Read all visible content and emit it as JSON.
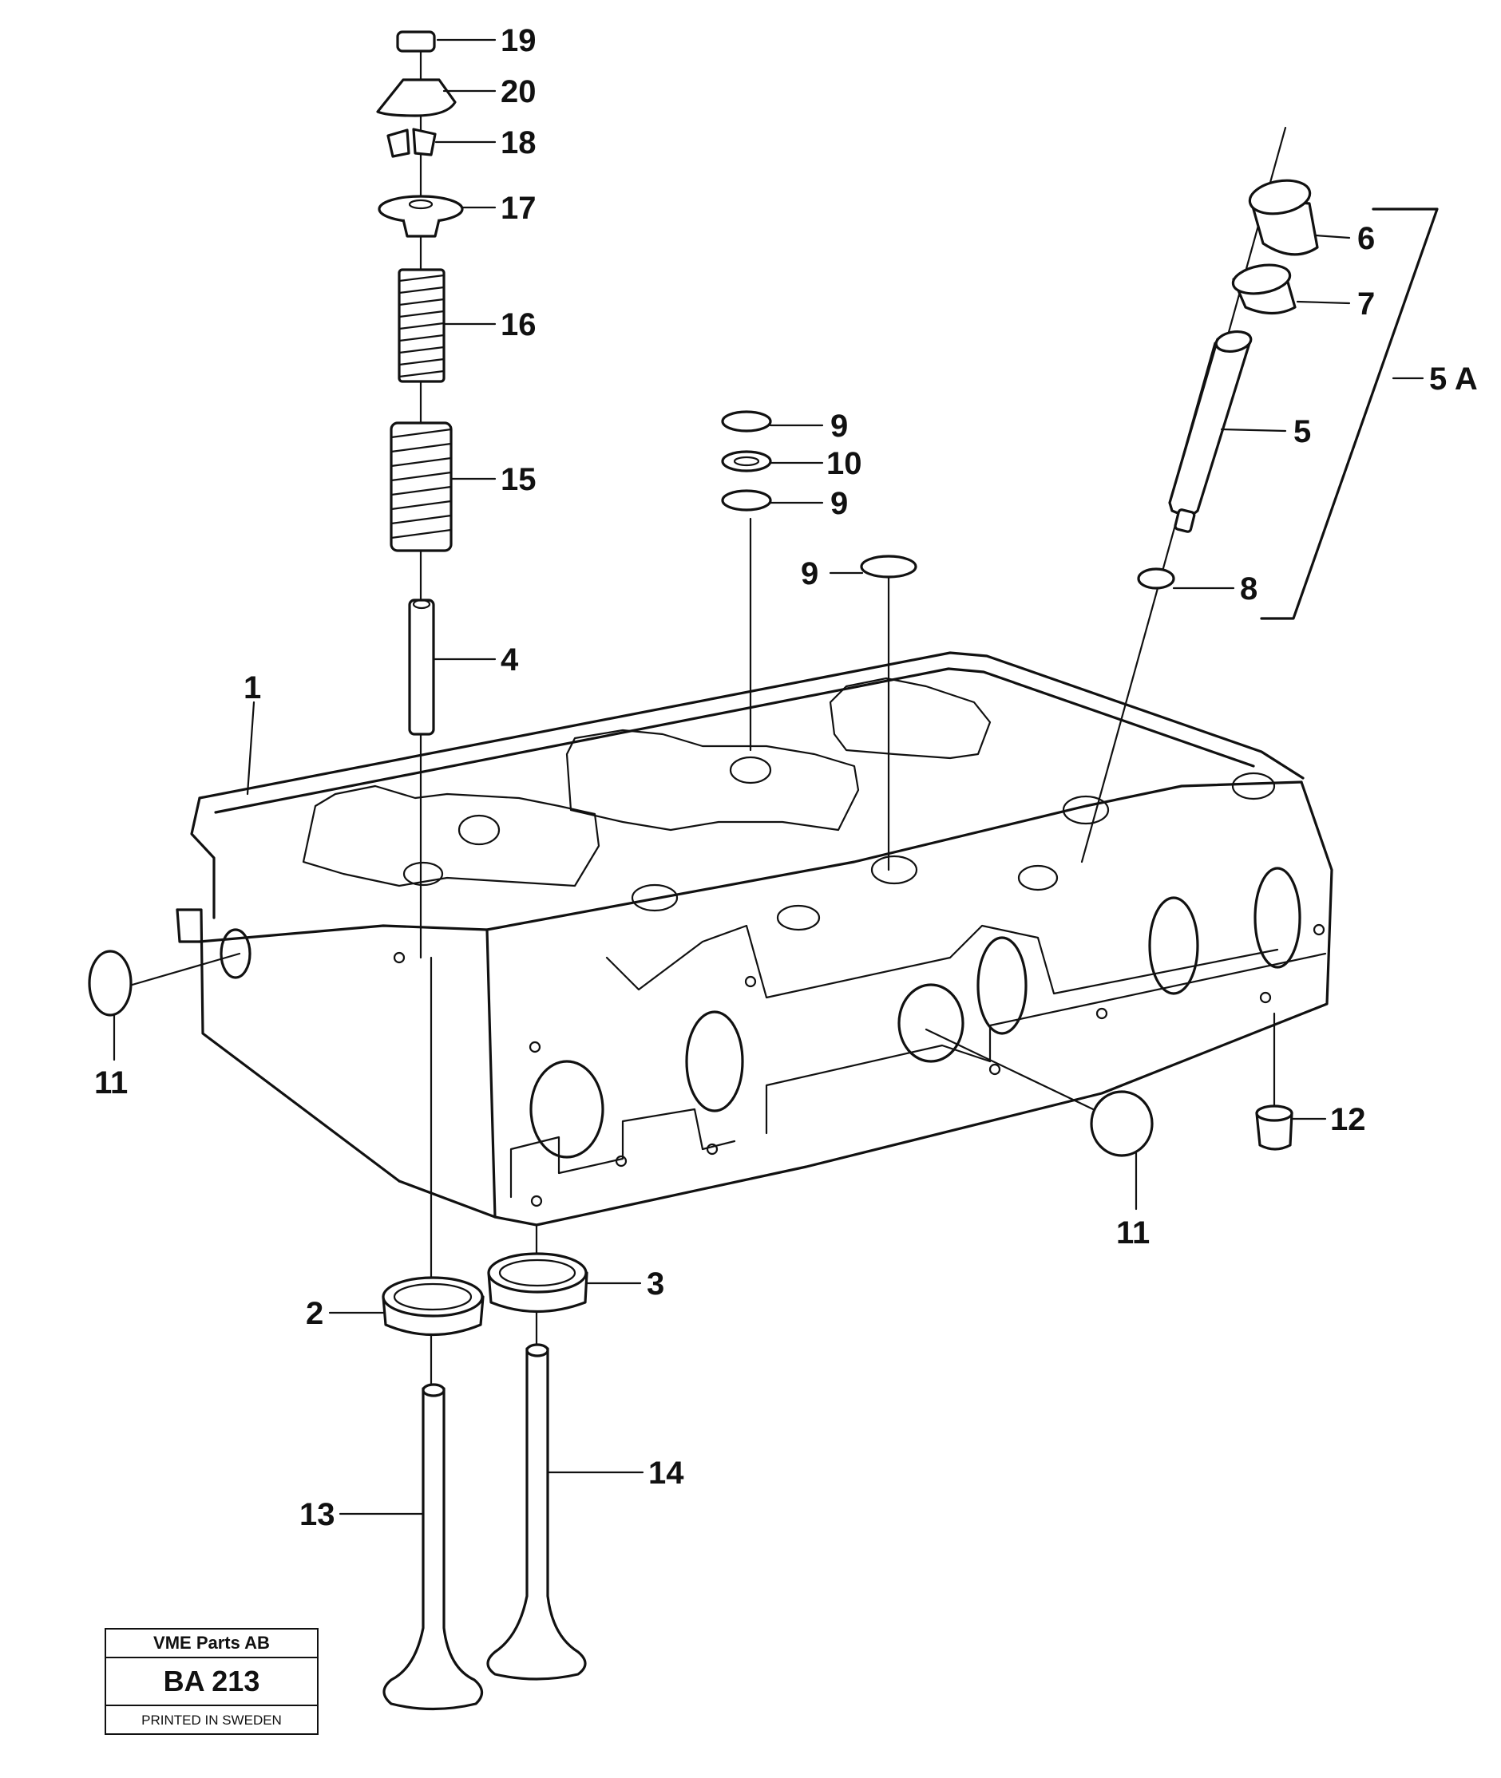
{
  "labels": {
    "l1": "1",
    "l2": "2",
    "l3": "3",
    "l4": "4",
    "l5": "5",
    "l5a": "5 A",
    "l6": "6",
    "l7": "7",
    "l8": "8",
    "l9a": "9",
    "l9b": "9",
    "l9c": "9",
    "l10": "10",
    "l11a": "11",
    "l11b": "11",
    "l12": "12",
    "l13": "13",
    "l14": "14",
    "l15": "15",
    "l16": "16",
    "l17": "17",
    "l18": "18",
    "l19": "19",
    "l20": "20"
  },
  "stamp": {
    "company": "VME Parts AB",
    "code": "BA 213",
    "printed": "PRINTED IN SWEDEN"
  }
}
